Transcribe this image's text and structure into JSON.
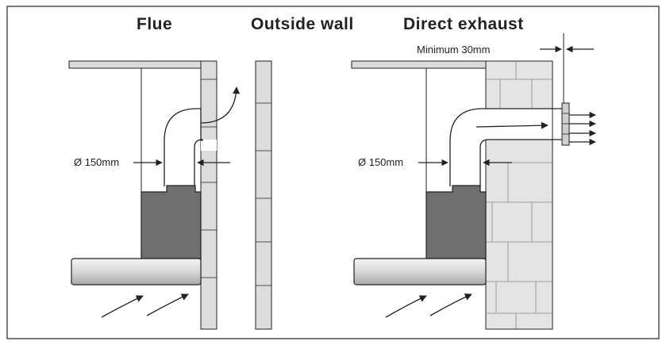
{
  "headings": {
    "flue": "Flue",
    "outside_wall": "Outside wall",
    "direct_exhaust": "Direct exhaust"
  },
  "labels": {
    "flue_diameter": "Ø 150mm",
    "exhaust_diameter": "Ø 150mm",
    "minimum_gap": "Minimum 30mm"
  },
  "colors": {
    "outline": "#222222",
    "hood_fill": "#6f6f70",
    "wall_fill": "#dcdcdc",
    "cabinet_fill": "#d0d0d0",
    "brick_fill": "#e4e4e4",
    "worktop_fill": "#d6d6d6"
  }
}
